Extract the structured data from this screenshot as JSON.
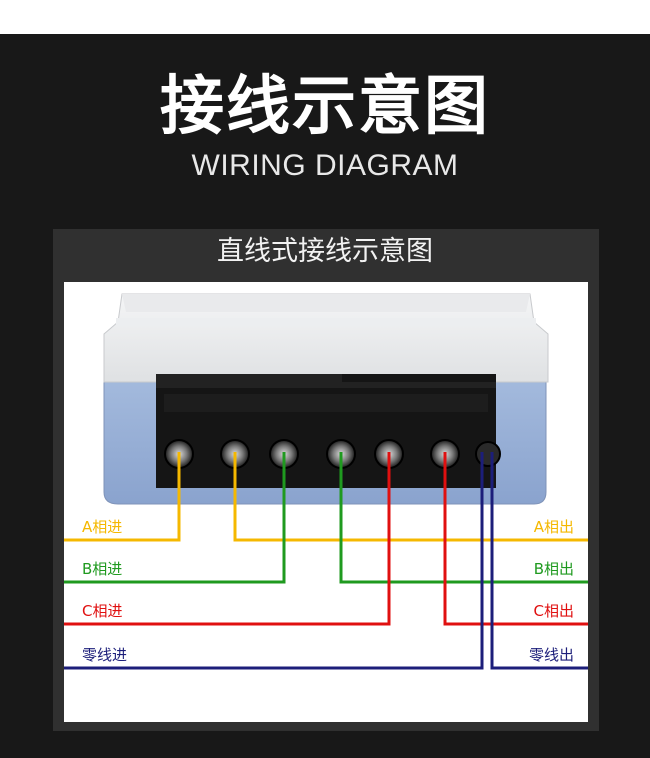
{
  "header": {
    "title_cn": "接线示意图",
    "title_en": "WIRING DIAGRAM"
  },
  "panel": {
    "title": "直线式接线示意图"
  },
  "wiring": {
    "left_labels": [
      {
        "text": "A相进",
        "color": "#f5b800"
      },
      {
        "text": "B相进",
        "color": "#1f9a1f"
      },
      {
        "text": "C相进",
        "color": "#e01010"
      },
      {
        "text": "零线进",
        "color": "#1c1e7a"
      }
    ],
    "right_labels": [
      {
        "text": "A相出",
        "color": "#f5b800"
      },
      {
        "text": "B相出",
        "color": "#1f9a1f"
      },
      {
        "text": "C相出",
        "color": "#e01010"
      },
      {
        "text": "零线出",
        "color": "#1c1e7a"
      }
    ]
  }
}
